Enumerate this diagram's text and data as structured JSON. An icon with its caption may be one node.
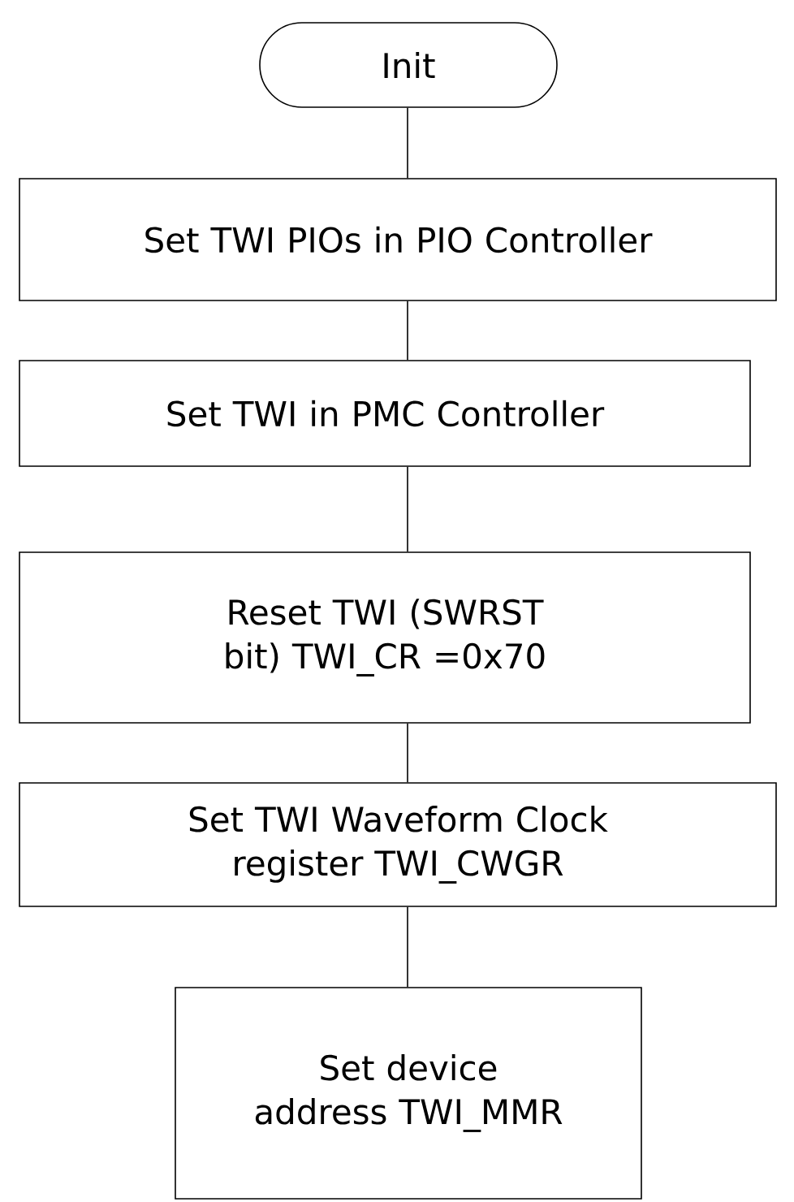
{
  "diagram": {
    "nodes": [
      {
        "text": [
          "Init"
        ]
      },
      {
        "text": [
          "Set TWI PIOs in PIO Controller"
        ]
      },
      {
        "text": [
          "Set TWI in PMC Controller"
        ]
      },
      {
        "text": [
          "Reset TWI (SWRST bit) TWI_CR =0x70"
        ]
      },
      {
        "text": [
          "Set TWI Waveform Clock register TWI_CWGR"
        ]
      },
      {
        "text": [
          "Set device address TWI_MMR"
        ]
      }
    ],
    "edges": [
      {
        "from": 0,
        "to": 1,
        "arrow": "none"
      },
      {
        "from": 1,
        "to": 2,
        "arrow": "none"
      },
      {
        "from": 2,
        "to": 3,
        "arrow": "none"
      },
      {
        "from": 3,
        "to": 4,
        "arrow": "none"
      },
      {
        "from": 4,
        "to": 5,
        "arrow": "none"
      }
    ]
  }
}
